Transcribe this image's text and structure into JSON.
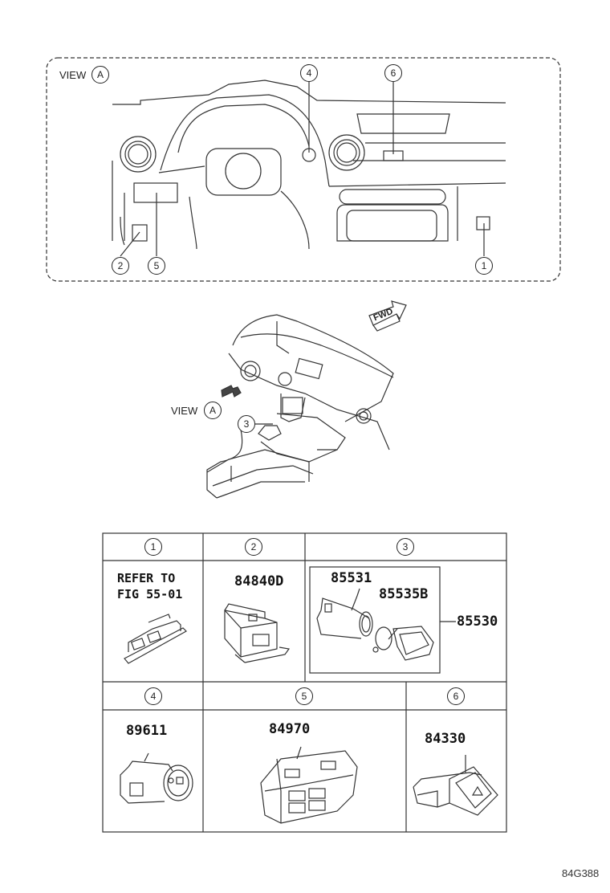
{
  "view_label": "VIEW",
  "view_letter": "A",
  "fwd_label": "FWD",
  "callouts": {
    "c1": "1",
    "c2": "2",
    "c3": "3",
    "c4": "4",
    "c5": "5",
    "c6": "6"
  },
  "table": {
    "headers": [
      "1",
      "2",
      "3",
      "4",
      "5",
      "6"
    ],
    "cell1": {
      "ref_line1": "REFER TO",
      "ref_line2": "FIG 55-01"
    },
    "cell2": {
      "part": "84840D"
    },
    "cell3": {
      "part_a": "85531",
      "part_b": "85535B",
      "part_c": "85530"
    },
    "cell4": {
      "part": "89611"
    },
    "cell5": {
      "part": "84970"
    },
    "cell6": {
      "part": "84330"
    }
  },
  "figure_code": "84G388"
}
